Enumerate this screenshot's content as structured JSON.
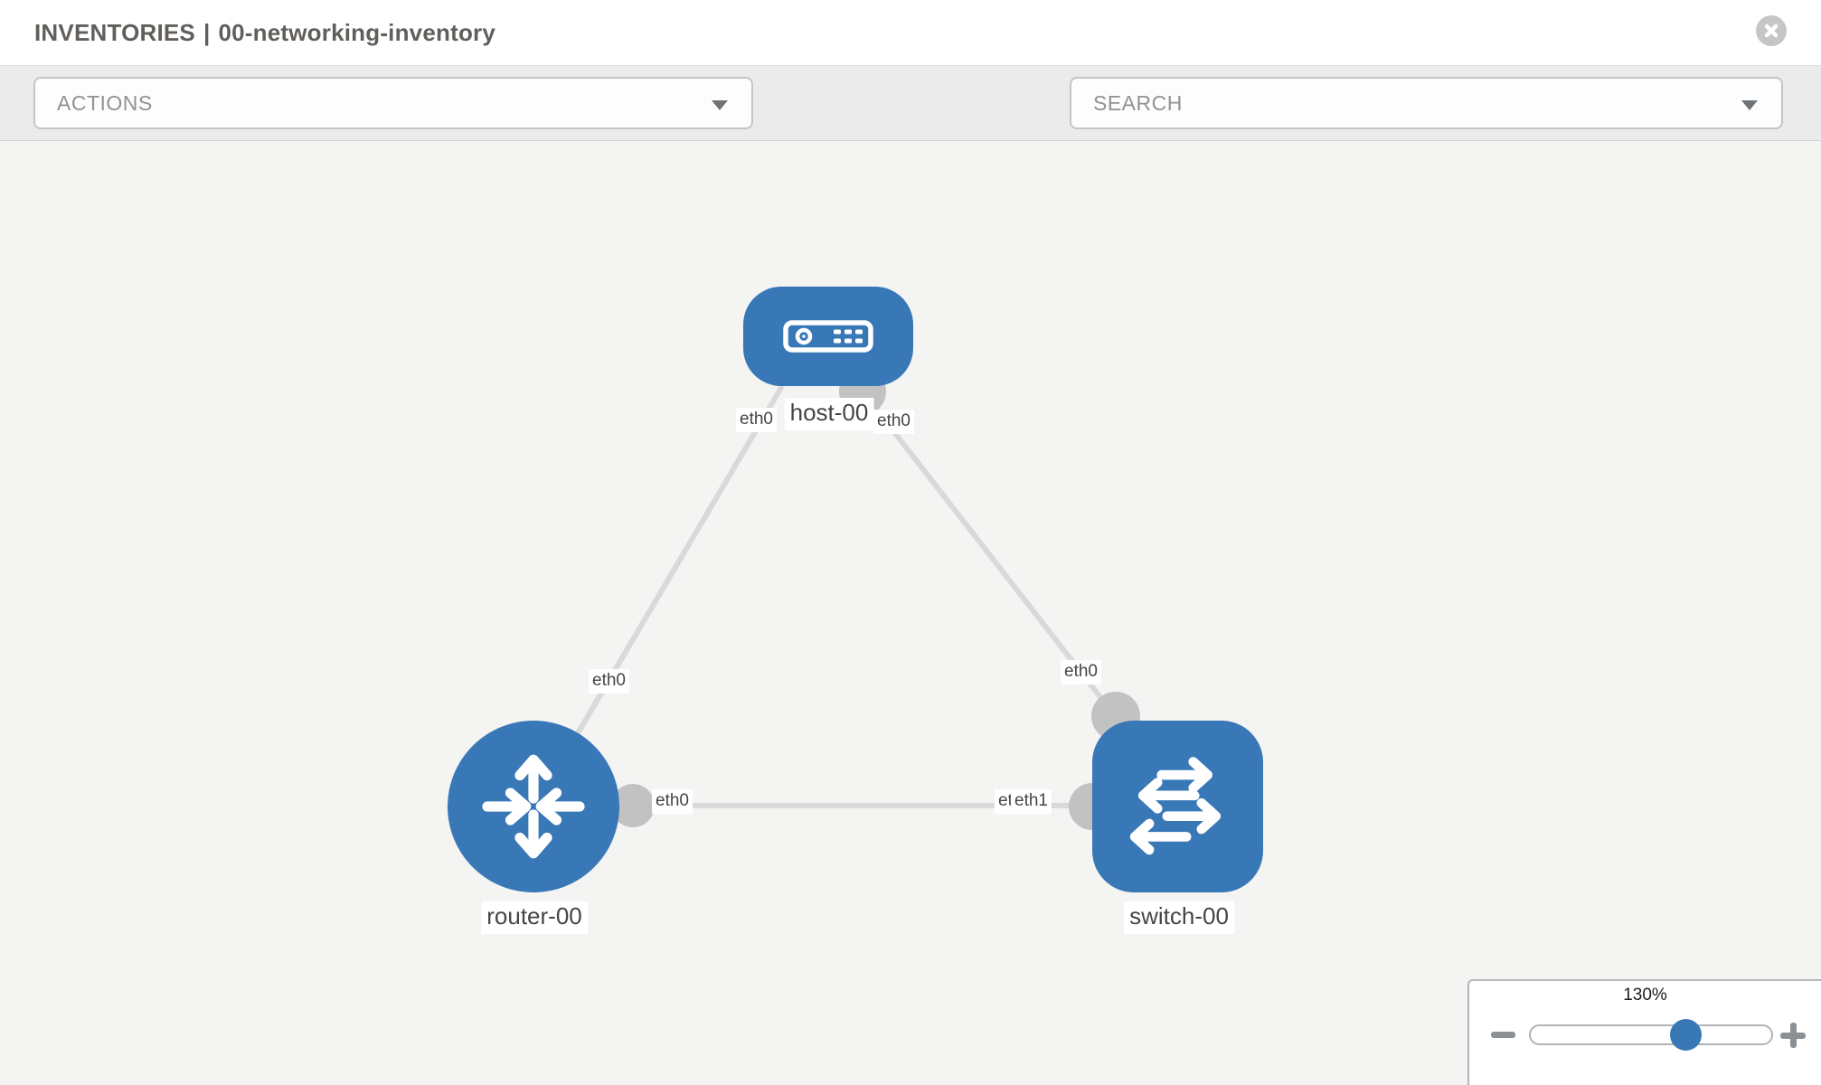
{
  "header": {
    "section": "INVENTORIES",
    "separator": "|",
    "inventory_name": "00-networking-inventory",
    "close_icon": "close-icon"
  },
  "toolbar": {
    "actions_label": "ACTIONS",
    "search_placeholder": "SEARCH",
    "wrench_icon": "wrench-icon",
    "key_icon": "key-icon",
    "caret_icon": "chevron-down-icon"
  },
  "topology": {
    "nodes": [
      {
        "name": "host-00",
        "type": "host",
        "icon": "host-icon"
      },
      {
        "name": "router-00",
        "type": "router",
        "icon": "router-icon"
      },
      {
        "name": "switch-00",
        "type": "switch",
        "icon": "switch-icon"
      }
    ],
    "links": [
      {
        "from": "router-00",
        "to": "host-00",
        "from_label": "eth0",
        "to_label": "eth0"
      },
      {
        "from": "switch-00",
        "to": "host-00",
        "from_label": "eth0",
        "to_label": "eth0"
      },
      {
        "from": "router-00",
        "to": "switch-00",
        "from_label": "eth0",
        "to_label_hidden": "eth0",
        "to_label": "eth1"
      }
    ]
  },
  "zoom_control": {
    "value": "130%",
    "percent": 130,
    "minus_icon": "minus-icon",
    "plus_icon": "plus-icon"
  },
  "colors": {
    "node_blue": "#3878b6",
    "link_gray": "#d9d9d9",
    "connector_gray": "#c2c2c2",
    "toolbar_bg": "#ebebeb",
    "canvas_bg": "#f4f4f3",
    "muted_text": "#8f9296",
    "title_text": "#615e5b"
  }
}
